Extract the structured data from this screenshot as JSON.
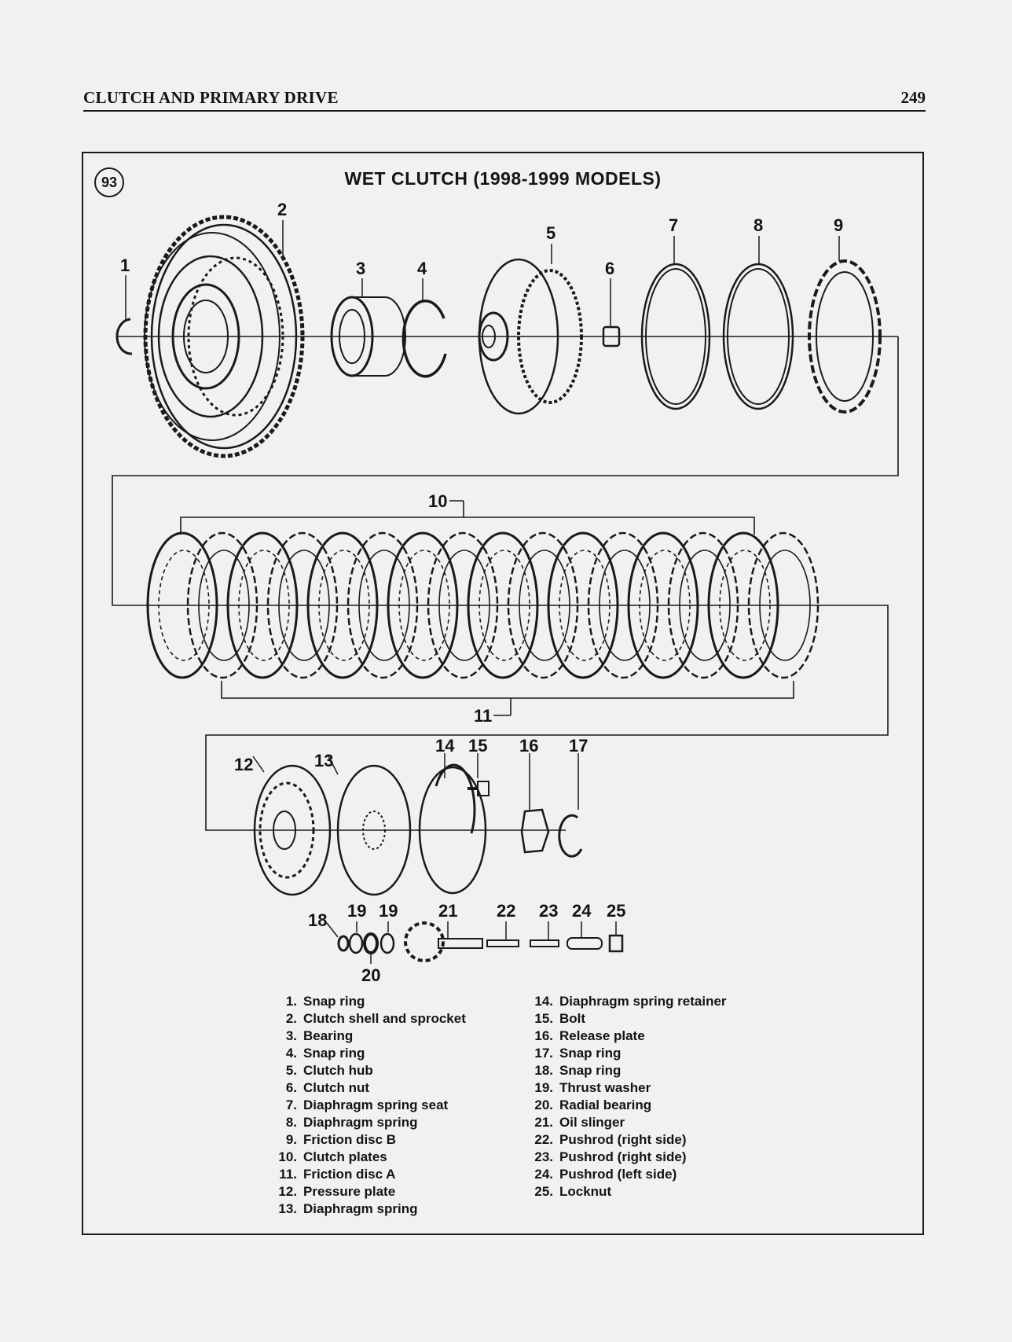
{
  "header": {
    "section_title": "CLUTCH AND PRIMARY DRIVE",
    "page_number": "249"
  },
  "figure": {
    "number": "93",
    "title": "WET CLUTCH (1998-1999 MODELS)",
    "callouts": [
      "1",
      "2",
      "3",
      "4",
      "5",
      "6",
      "7",
      "8",
      "9",
      "10",
      "11",
      "12",
      "13",
      "14",
      "15",
      "16",
      "17",
      "18",
      "19",
      "19",
      "20",
      "21",
      "22",
      "23",
      "24",
      "25"
    ]
  },
  "legend": {
    "left": [
      {
        "num": "1.",
        "text": "Snap ring"
      },
      {
        "num": "2.",
        "text": "Clutch shell and sprocket"
      },
      {
        "num": "3.",
        "text": "Bearing"
      },
      {
        "num": "4.",
        "text": "Snap ring"
      },
      {
        "num": "5.",
        "text": "Clutch hub"
      },
      {
        "num": "6.",
        "text": "Clutch nut"
      },
      {
        "num": "7.",
        "text": "Diaphragm spring seat"
      },
      {
        "num": "8.",
        "text": "Diaphragm spring"
      },
      {
        "num": "9.",
        "text": "Friction disc B"
      },
      {
        "num": "10.",
        "text": "Clutch plates"
      },
      {
        "num": "11.",
        "text": "Friction disc A"
      },
      {
        "num": "12.",
        "text": "Pressure plate"
      },
      {
        "num": "13.",
        "text": "Diaphragm spring"
      }
    ],
    "right": [
      {
        "num": "14.",
        "text": "Diaphragm spring retainer"
      },
      {
        "num": "15.",
        "text": "Bolt"
      },
      {
        "num": "16.",
        "text": "Release plate"
      },
      {
        "num": "17.",
        "text": "Snap ring"
      },
      {
        "num": "18.",
        "text": "Snap ring"
      },
      {
        "num": "19.",
        "text": "Thrust washer"
      },
      {
        "num": "20.",
        "text": "Radial bearing"
      },
      {
        "num": "21.",
        "text": "Oil slinger"
      },
      {
        "num": "22.",
        "text": "Pushrod (right side)"
      },
      {
        "num": "23.",
        "text": "Pushrod (right side)"
      },
      {
        "num": "24.",
        "text": "Pushrod (left side)"
      },
      {
        "num": "25.",
        "text": "Locknut"
      }
    ]
  }
}
